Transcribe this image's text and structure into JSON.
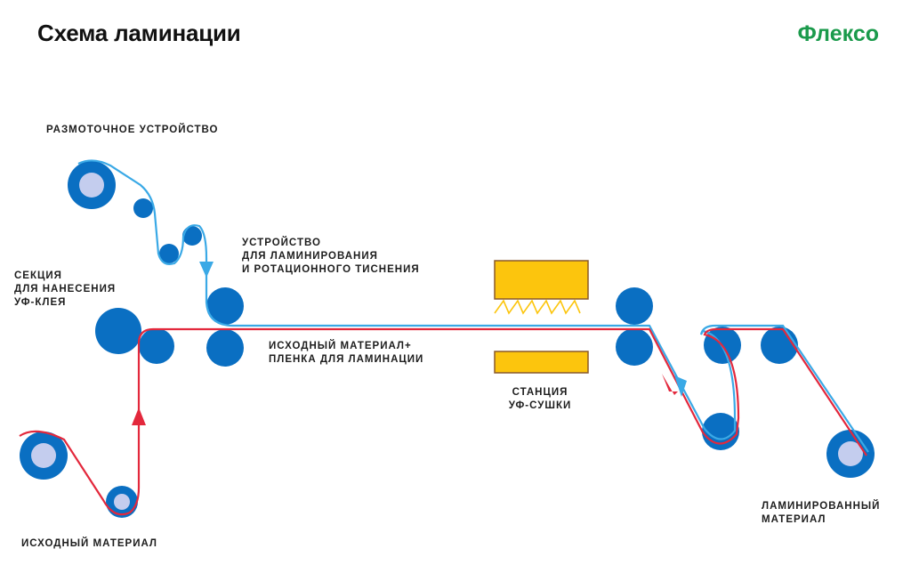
{
  "header": {
    "title": "Схема ламинации",
    "brand": "Флексо"
  },
  "labels": {
    "unwinder": "РАЗМОТОЧНОЕ УСТРОЙСТВО",
    "laminator": [
      "УСТРОЙСТВО",
      "ДЛЯ ЛАМИНИРОВАНИЯ",
      "И РОТАЦИОННОГО ТИСНЕНИЯ"
    ],
    "glue_section": [
      "СЕКЦИЯ",
      "ДЛЯ НАНЕСЕНИЯ",
      "УФ-КЛЕЯ"
    ],
    "material_film": [
      "ИСХОДНЫЙ МАТЕРИАЛ+",
      "ПЛЕНКА ДЛЯ ЛАМИНАЦИИ"
    ],
    "uv_station": [
      "СТАНЦИЯ",
      "УФ-СУШКИ"
    ],
    "source_material": "ИСХОДНЫЙ МАТЕРИАЛ",
    "laminated": [
      "ЛАМИНИРОВАННЫЙ",
      "МАТЕРИАЛ"
    ]
  },
  "colors": {
    "roller": "#0a6fc2",
    "roller_core": "#c4cdee",
    "film": "#3aa9e6",
    "material": "#e3283c",
    "uv_lamp": "#fcc50d",
    "uv_lamp_border": "#8a5a2b",
    "title": "#111111",
    "brand": "#1a9a4b"
  },
  "icons": {
    "flow_arrow": "arrow-icon",
    "uv_rays": "uv-ray-icon"
  }
}
